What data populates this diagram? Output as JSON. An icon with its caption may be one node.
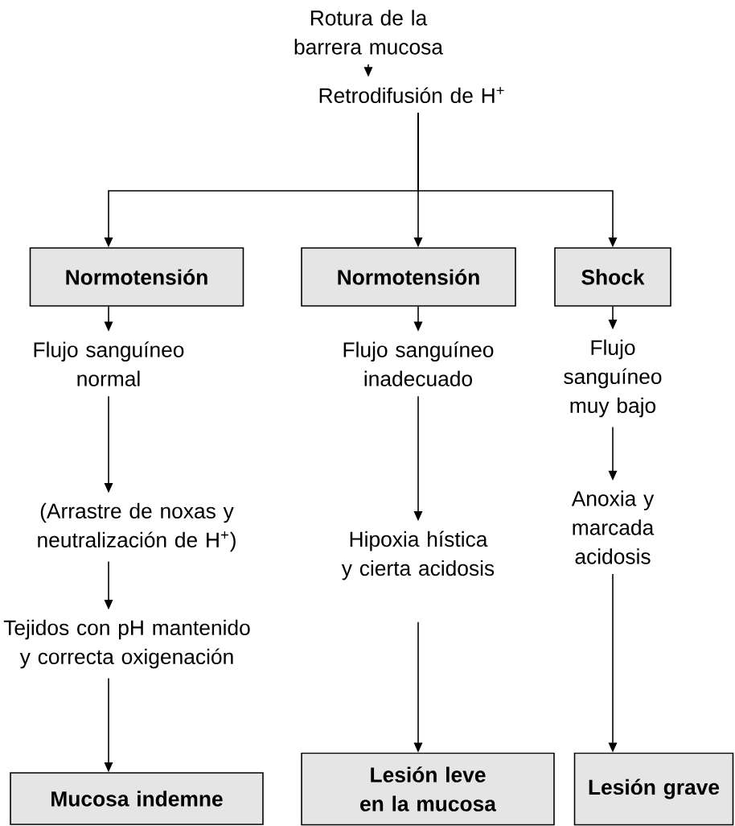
{
  "diagram": {
    "nodes": [
      {
        "text": [
          "Rotura de la barrera mucosa"
        ]
      },
      {
        "text": [
          "Retrodifusión de H$^{+}$"
        ]
      },
      {
        "text": [
          "Normotensión"
        ]
      },
      {
        "text": [
          "Normotensión"
        ]
      },
      {
        "text": [
          "Shock"
        ]
      },
      {
        "text": [
          "Flujo sanguíneo normal"
        ]
      },
      {
        "text": [
          "Flujo sanguíneo inadecuado"
        ]
      },
      {
        "text": [
          "Flujo sanguíneo muy bajo"
        ]
      },
      {
        "text": [
          "(Arrastre de noxas y neutralización de H$^{+}$)"
        ]
      },
      {
        "text": [
          "Hipoxia hística y cierta acidosis"
        ]
      },
      {
        "text": [
          "Anoxia y marcada acidosis"
        ]
      },
      {
        "text": [
          "Tejidos con pH mantenido y correcta oxigenación"
        ]
      },
      {
        "text": [
          "Mucosa indemne"
        ]
      },
      {
        "text": [
          "Lesión leve en la mucosa"
        ]
      },
      {
        "text": [
          "Lesión grave"
        ]
      }
    ],
    "edges": [
      {
        "from": 0,
        "to": 1,
        "arrow": "to"
      },
      {
        "from": 1,
        "to": 2,
        "arrow": "to"
      },
      {
        "from": 1,
        "to": 3,
        "arrow": "to"
      },
      {
        "from": 1,
        "to": 4,
        "arrow": "to"
      },
      {
        "from": 2,
        "to": 5,
        "arrow": "to"
      },
      {
        "from": 3,
        "to": 6,
        "arrow": "to"
      },
      {
        "from": 4,
        "to": 7,
        "arrow": "to"
      },
      {
        "from": 5,
        "to": 8,
        "arrow": "to"
      },
      {
        "from": 6,
        "to": 9,
        "arrow": "to"
      },
      {
        "from": 7,
        "to": 10,
        "arrow": "to"
      },
      {
        "from": 8,
        "to": 11,
        "arrow": "to"
      },
      {
        "from": 9,
        "to": 13,
        "arrow": "to"
      },
      {
        "from": 10,
        "to": 14,
        "arrow": "to"
      },
      {
        "from": 11,
        "to": 12,
        "arrow": "to"
      }
    ]
  }
}
